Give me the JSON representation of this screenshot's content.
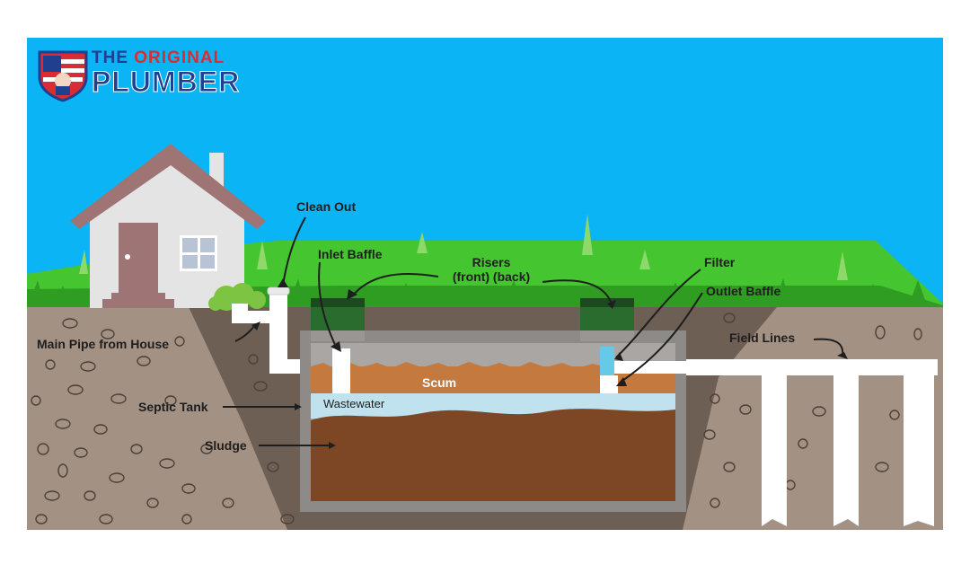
{
  "brand": {
    "line1_prefix": "THE",
    "line1_highlight": "ORIGINAL",
    "line2": "PLUMBER"
  },
  "labels": {
    "clean_out": "Clean Out",
    "inlet_baffle": "Inlet Baffle",
    "risers_title": "Risers",
    "risers_front": "(front)",
    "risers_back": "(back)",
    "filter": "Filter",
    "outlet_baffle": "Outlet Baffle",
    "main_pipe": "Main Pipe from House",
    "field_lines": "Field Lines",
    "septic_tank": "Septic Tank",
    "scum": "Scum",
    "wastewater": "Wastewater",
    "sludge": "Sludge"
  },
  "colors": {
    "sky": "#0ab4f5",
    "grass": "#45c530",
    "grass_dark": "#2f9d22",
    "soil": "#a39184",
    "soil_dark": "#6e5f55",
    "tank_wall": "#8e8a88",
    "scum": "#c47a3f",
    "wastewater": "#bfe2ee",
    "sludge": "#7d4726",
    "riser": "#2a6b2e",
    "pipe": "#ffffff",
    "filter": "#66c9e8",
    "brand_red": "#d92d33",
    "brand_blue": "#1f3f8f"
  }
}
